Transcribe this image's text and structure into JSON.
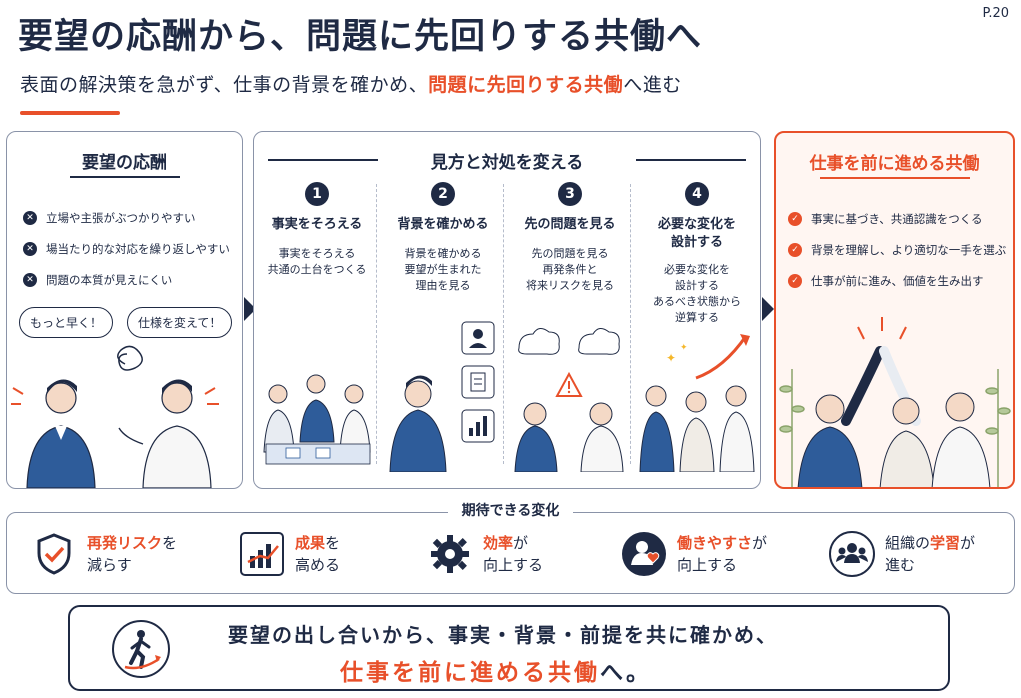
{
  "page_number": "P.20",
  "title": "要望の応酬から、問題に先回りする共働へ",
  "subtitle": {
    "part1": "表面の解決策を急がず、仕事の背景を確かめ、",
    "highlight": "問題に先回りする共働",
    "part2": "へ進む"
  },
  "left_panel": {
    "title": "要望の応酬",
    "bullets": [
      "立場や主張がぶつかりやすい",
      "場当たり的な対応を繰り返しやすい",
      "問題の本質が見えにくい"
    ],
    "bubbles": [
      "もっと早く！",
      "仕様を変えて！"
    ]
  },
  "middle_panel": {
    "title": "見方と対処を変える",
    "steps": [
      {
        "num": "1",
        "title": "事実をそろえる",
        "desc": [
          "事実をそろえる",
          "共通の土台をつくる"
        ]
      },
      {
        "num": "2",
        "title": "背景を確かめる",
        "desc": [
          "背景を確かめる",
          "要望が生まれた",
          "理由を見る"
        ]
      },
      {
        "num": "3",
        "title": "先の問題を見る",
        "desc": [
          "先の問題を見る",
          "再発条件と",
          "将来リスクを見る"
        ]
      },
      {
        "num": "4",
        "title": [
          "必要な変化を",
          "設計する"
        ],
        "desc": [
          "必要な変化を",
          "設計する",
          "あるべき状態から",
          "逆算する"
        ]
      }
    ]
  },
  "right_panel": {
    "title": "仕事を前に進める共働",
    "bullets": [
      "事実に基づき、共通認識をつくる",
      "背景を理解し、より適切な一手を選ぶ",
      "仕事が前に進み、価値を生み出す"
    ]
  },
  "changes": {
    "title": "期待できる変化",
    "items": [
      {
        "icon": "shield-check-icon",
        "hl": "再発リスク",
        "after": "を",
        "line2": "減らす"
      },
      {
        "icon": "bar-chart-up-icon",
        "hl": "成果",
        "after": "を",
        "line2": "高める"
      },
      {
        "icon": "gear-icon",
        "hl": "効率",
        "after": "が",
        "line2": "向上する"
      },
      {
        "icon": "person-heart-icon",
        "hl": "働きやすさ",
        "after": "が",
        "line2": "向上する"
      },
      {
        "icon": "group-icon",
        "before": "組織の",
        "hl": "学習",
        "after": "が",
        "line2": "進む"
      }
    ]
  },
  "bottom": {
    "line1": "要望の出し合いから、事実・背景・前提を共に確かめ、",
    "line2": "仕事を前に進める共働",
    "line2_tail": "へ。"
  },
  "colors": {
    "navy": "#1f2a44",
    "accent": "#e8502a",
    "tint": "#fff6f2"
  }
}
